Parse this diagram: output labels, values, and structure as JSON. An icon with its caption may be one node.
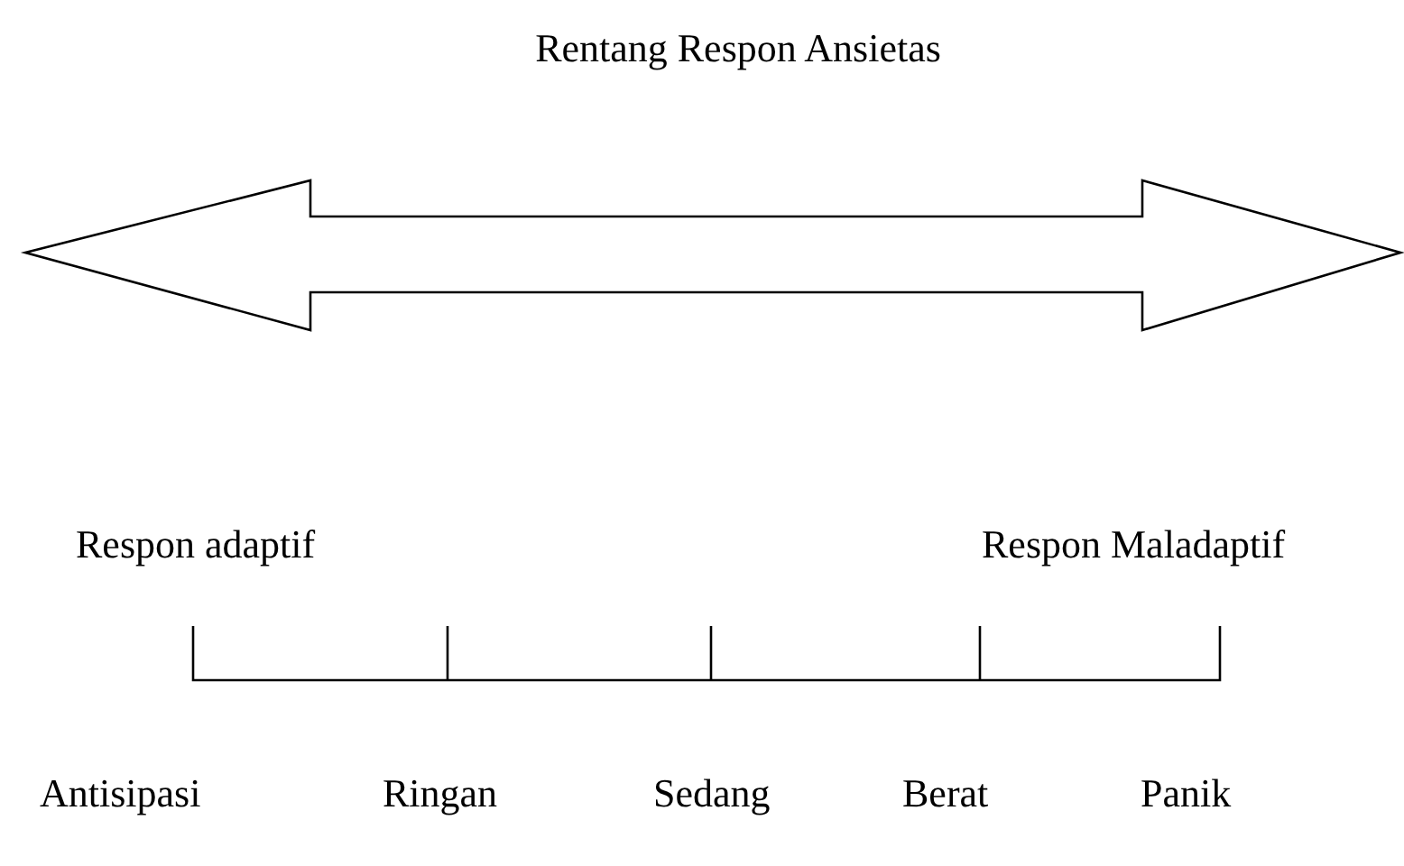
{
  "diagram": {
    "title": "Rentang Respon Ansietas",
    "labels": [
      "Respon adaptif",
      "Respon Maladaptif",
      "Antisipasi",
      "Ringan",
      "Sedang",
      "Berat",
      "Panik"
    ]
  }
}
